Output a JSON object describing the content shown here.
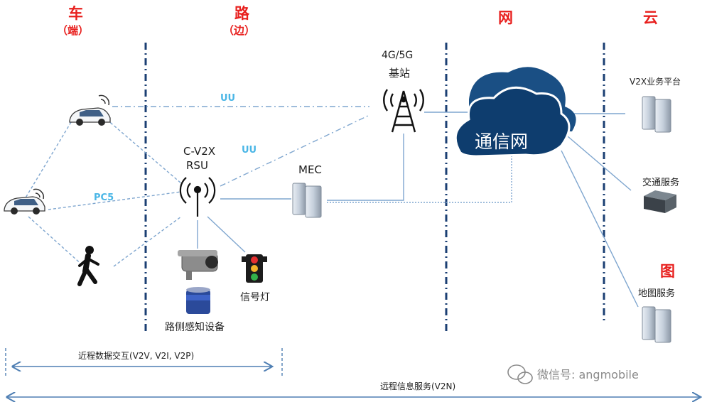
{
  "zones": {
    "car": {
      "title": "车",
      "sub": "（端）"
    },
    "road": {
      "title": "路",
      "sub": "（边）"
    },
    "net": {
      "title": "网"
    },
    "cloud": {
      "title": "云"
    },
    "map": {
      "title": "图"
    }
  },
  "labels": {
    "base_station": [
      "4G/5G",
      "基站"
    ],
    "rsu": [
      "C-V2X",
      "RSU"
    ],
    "mec": "MEC",
    "uu_top": "UU",
    "uu_mid": "UU",
    "pc5": "PC5",
    "signal_light": "信号灯",
    "roadside_sensing": "路侧感知设备",
    "network": "通信网",
    "v2x_platform": "V2X业务平台",
    "traffic_service": "交通服务",
    "map_service": "地图服务",
    "short_range": "近程数据交互(V2V, V2I, V2P)",
    "long_range": "远程信息服务(V2N)",
    "watermark": "微信号: angmobile"
  },
  "colors": {
    "red": "#e8201e",
    "blue_label": "#4ab6e6",
    "cloud_fill": "#0e3d6e",
    "link_line": "#7fa6cf",
    "divider": "#1b3f73"
  }
}
